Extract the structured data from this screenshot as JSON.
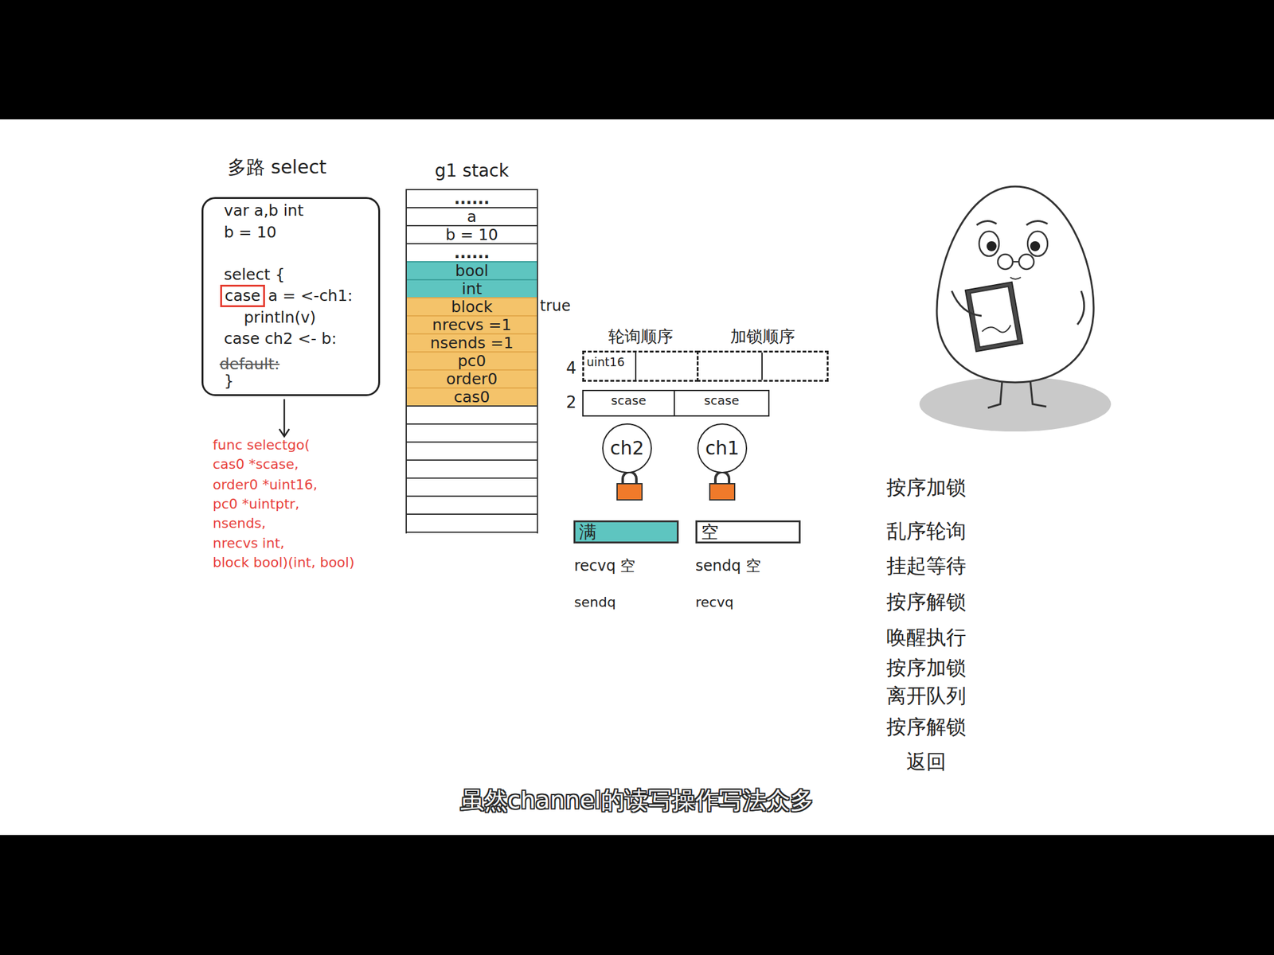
{
  "diagram": {
    "title": "多路 select",
    "nodes": [
      {
        "text": [
          "var a,b int",
          "b = 10",
          "select {",
          "a = <-ch1:",
          "println(v)",
          "case ch2 <- b:",
          "default:",
          "}"
        ]
      },
      {
        "text": [
          "case"
        ],
        "in": 0
      },
      {
        "text": [
          "g1 stack"
        ]
      },
      {
        "text": [
          "......"
        ],
        "in": 2
      },
      {
        "text": [
          "a"
        ],
        "in": 2
      },
      {
        "text": [
          "b = 10"
        ],
        "in": 2
      },
      {
        "text": [
          "......"
        ],
        "in": 2
      },
      {
        "text": [
          "bool"
        ],
        "in": 2
      },
      {
        "text": [
          "int"
        ],
        "in": 2
      },
      {
        "text": [
          "block"
        ],
        "in": 2
      },
      {
        "text": [
          "nrecvs =1"
        ],
        "in": 2
      },
      {
        "text": [
          "nsends =1"
        ],
        "in": 2
      },
      {
        "text": [
          "pc0"
        ],
        "in": 2
      },
      {
        "text": [
          "order0"
        ],
        "in": 2
      },
      {
        "text": [
          "cas0"
        ],
        "in": 2
      },
      {
        "text": [
          "轮询顺序"
        ]
      },
      {
        "text": [
          "uint16"
        ],
        "in": 15
      },
      {
        "text": [
          "加锁顺序"
        ]
      },
      {
        "text": [
          "scase"
        ]
      },
      {
        "text": [
          "scase"
        ]
      },
      {
        "text": [
          "ch2"
        ]
      },
      {
        "text": [
          "ch1"
        ]
      },
      {
        "text": [
          "满"
        ]
      },
      {
        "text": [
          "空"
        ]
      }
    ],
    "labels": [
      "func selectgo(",
      "cas0 *scase,",
      "order0 *uint16,",
      "pc0 *uintptr,",
      "nsends,",
      "nrecvs int,",
      "block bool)(int, bool)",
      "true",
      "4",
      "2",
      "recvq 空",
      "sendq 空",
      "sendq",
      "recvq",
      "按序加锁",
      "乱序轮询",
      "挂起等待",
      "按序解锁",
      "唤醒执行",
      "按序加锁",
      "离开队列",
      "按序解锁",
      "返回",
      "虽然channel的读写操作写法众多"
    ]
  }
}
